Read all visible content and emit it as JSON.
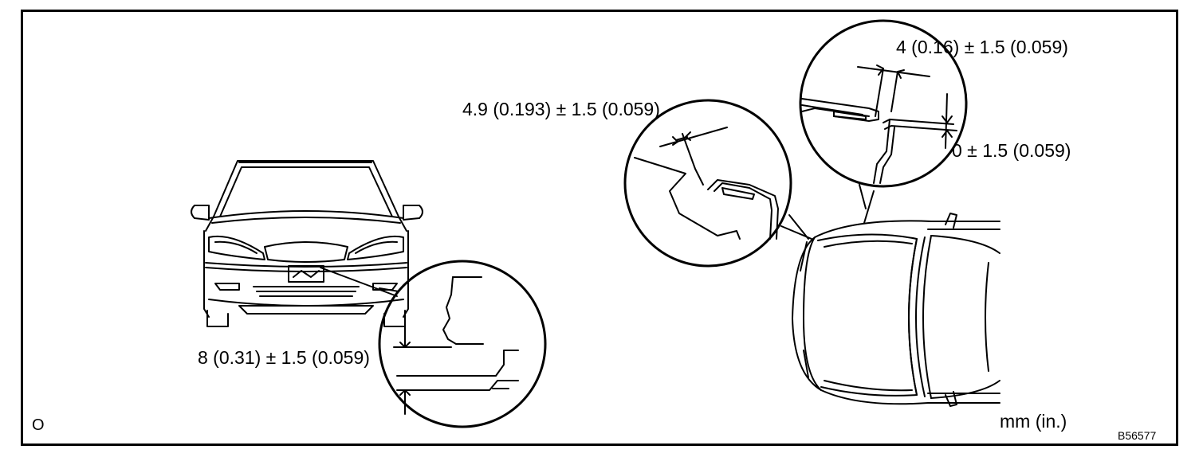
{
  "figure": {
    "id_code": "B56577",
    "units": "mm (in.)",
    "corner_mark": "O"
  },
  "dimensions": {
    "front_bumper": "8 (0.31) ± 1.5 (0.059)",
    "hood_fender_gap": "4.9 (0.193) ± 1.5 (0.059)",
    "hood_gap_top": "4 (0.16) ± 1.5 (0.059)",
    "hood_flush": "0 ± 1.5 (0.059)"
  }
}
